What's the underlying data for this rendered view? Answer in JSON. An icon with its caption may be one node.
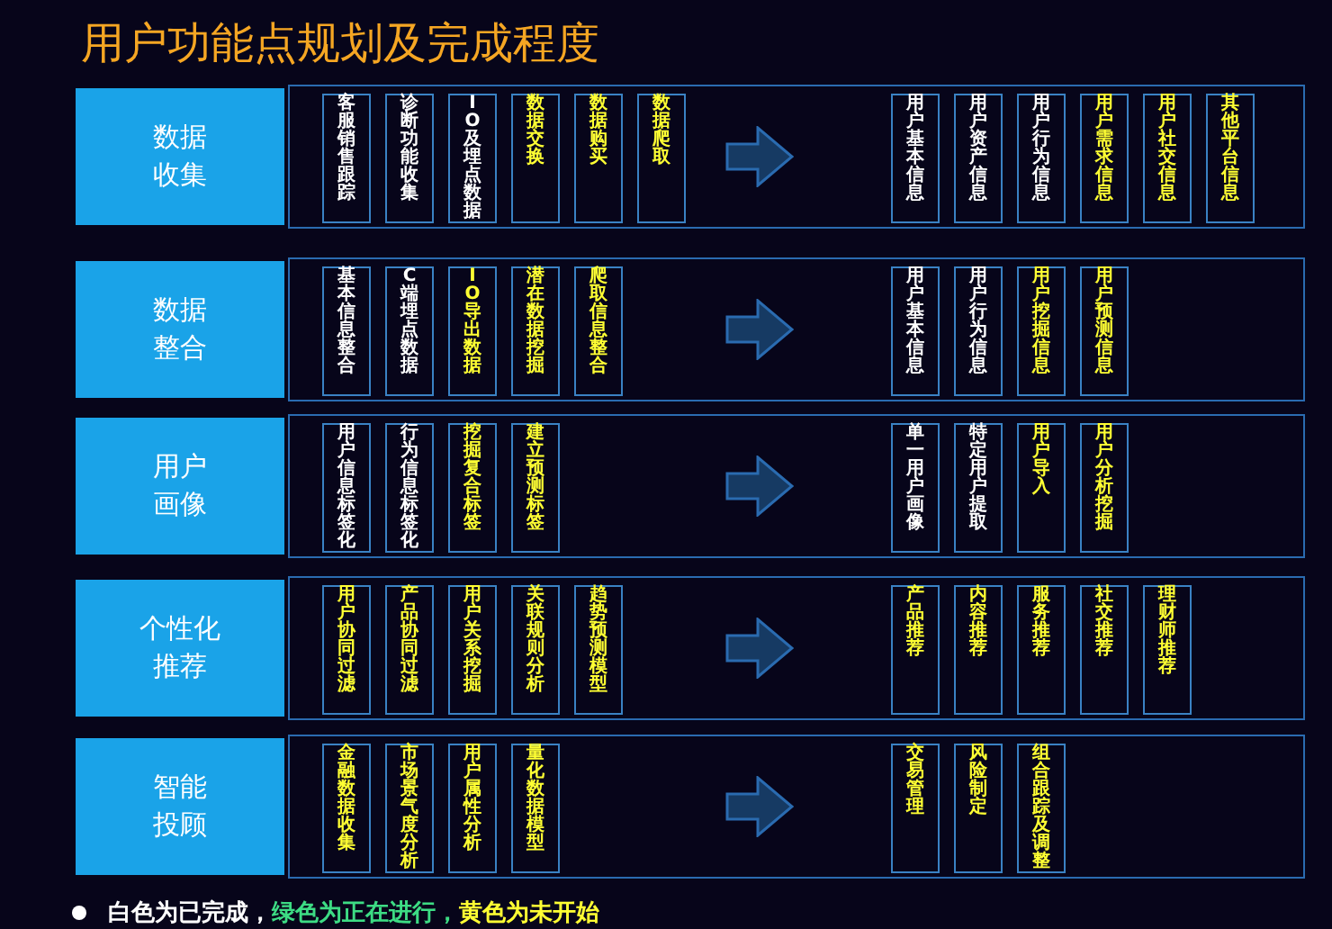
{
  "diagram": {
    "title": "用户功能点规划及完成程度",
    "nodes": [
      {
        "text": [
          "数据收集"
        ]
      },
      {
        "text": [],
        "shape": "box"
      },
      {
        "text": [
          "客服销售跟踪"
        ],
        "in": 1
      },
      {
        "text": [
          "诊断功能收集"
        ],
        "in": 1
      },
      {
        "text": [
          "IO及埋点数据"
        ],
        "in": 1
      },
      {
        "text": [
          "数据交换"
        ],
        "in": 1
      },
      {
        "text": [
          "数据购买"
        ],
        "in": 1
      },
      {
        "text": [
          "数据爬取"
        ],
        "in": 1
      },
      {
        "text": [
          "用户基本信息"
        ],
        "in": 1
      },
      {
        "text": [
          "用户资产信息"
        ],
        "in": 1
      },
      {
        "text": [
          "用户行为信息"
        ],
        "in": 1
      },
      {
        "text": [
          "用户需求信息"
        ],
        "in": 1
      },
      {
        "text": [
          "用户社交信息"
        ],
        "in": 1
      },
      {
        "text": [
          "其他平台信息"
        ],
        "in": 1
      },
      {
        "text": [
          "数据整合"
        ]
      },
      {
        "text": [],
        "shape": "box"
      },
      {
        "text": [
          "基本信息整合"
        ],
        "in": 15
      },
      {
        "text": [
          "C端埋点数据"
        ],
        "in": 15
      },
      {
        "text": [
          "IO导出数据"
        ],
        "in": 15
      },
      {
        "text": [
          "潜在数据挖掘"
        ],
        "in": 15
      },
      {
        "text": [
          "爬取信息整合"
        ],
        "in": 15
      },
      {
        "text": [
          "用户基本信息"
        ],
        "in": 15
      },
      {
        "text": [
          "用户行为信息"
        ],
        "in": 15
      },
      {
        "text": [
          "用户挖掘信息"
        ],
        "in": 15
      },
      {
        "text": [
          "用户预测信息"
        ],
        "in": 15
      },
      {
        "text": [
          "用户画像"
        ]
      },
      {
        "text": [],
        "shape": "box"
      },
      {
        "text": [
          "用户信息标签化"
        ],
        "in": 26
      },
      {
        "text": [
          "行为信息标签化"
        ],
        "in": 26
      },
      {
        "text": [
          "挖掘复合标签"
        ],
        "in": 26
      },
      {
        "text": [
          "建立预测标签"
        ],
        "in": 26
      },
      {
        "text": [
          "单一用户画像"
        ],
        "in": 26
      },
      {
        "text": [
          "特定用户提取"
        ],
        "in": 26
      },
      {
        "text": [
          "用户导入"
        ],
        "in": 26
      },
      {
        "text": [
          "用户分析挖掘"
        ],
        "in": 26
      },
      {
        "text": [
          "个性化推荐"
        ]
      },
      {
        "text": [],
        "shape": "box"
      },
      {
        "text": [
          "用户协同过滤"
        ],
        "in": 36
      },
      {
        "text": [
          "产品协同过滤"
        ],
        "in": 36
      },
      {
        "text": [
          "用户关系挖掘"
        ],
        "in": 36
      },
      {
        "text": [
          "关联规则分析"
        ],
        "in": 36
      },
      {
        "text": [
          "趋势预测模型"
        ],
        "in": 36
      },
      {
        "text": [
          "产品推荐"
        ],
        "in": 36
      },
      {
        "text": [
          "内容推荐"
        ],
        "in": 36
      },
      {
        "text": [
          "服务推荐"
        ],
        "in": 36
      },
      {
        "text": [
          "社交推荐"
        ],
        "in": 36
      },
      {
        "text": [
          "理财师推荐"
        ],
        "in": 36
      },
      {
        "text": [
          "智能投顾"
        ]
      },
      {
        "text": [],
        "shape": "box"
      },
      {
        "text": [
          "金融数据收集"
        ],
        "in": 48
      },
      {
        "text": [
          "市场景气度分析"
        ],
        "in": 48
      },
      {
        "text": [
          "用户属性分析"
        ],
        "in": 48
      },
      {
        "text": [
          "量化数据模型"
        ],
        "in": 48
      },
      {
        "text": [
          "交易管理"
        ],
        "in": 48
      },
      {
        "text": [
          "风险制定"
        ],
        "in": 48
      },
      {
        "text": [
          "组合跟踪及调整"
        ],
        "in": 48
      }
    ],
    "legend": [
      {
        "text": "白色为已完成，",
        "color": "#ffffff"
      },
      {
        "text": "绿色为正在进行，",
        "color": "#3ddc84"
      },
      {
        "text": "黄色为未开始",
        "color": "#ffff33"
      }
    ]
  }
}
